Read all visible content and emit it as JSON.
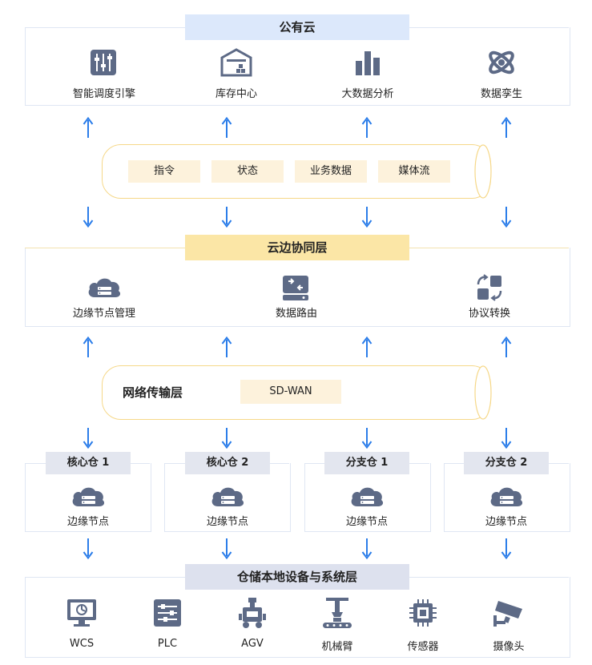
{
  "public_cloud": {
    "title": "公有云",
    "items": [
      "智能调度引擎",
      "库存中心",
      "大数据分析",
      "数据孪生"
    ]
  },
  "pipe1": {
    "items": [
      "指令",
      "状态",
      "业务数据",
      "媒体流"
    ]
  },
  "cloud_edge": {
    "title": "云边协同层",
    "items": [
      "边缘节点管理",
      "数据路由",
      "协议转换"
    ]
  },
  "pipe2": {
    "title": "网络传输层",
    "tag": "SD-WAN"
  },
  "warehouses": [
    {
      "name": "核心仓 1",
      "node": "边缘节点"
    },
    {
      "name": "核心仓 2",
      "node": "边缘节点"
    },
    {
      "name": "分支仓 1",
      "node": "边缘节点"
    },
    {
      "name": "分支仓 2",
      "node": "边缘节点"
    }
  ],
  "local": {
    "title": "仓储本地设备与系统层",
    "items": [
      "WCS",
      "PLC",
      "AGV",
      "机械臂",
      "传感器",
      "摄像头"
    ]
  },
  "colors": {
    "blue_title": "#dce8fb",
    "yellow_title": "#fbe6a6",
    "gray_title": "#dde1ee",
    "icon": "#5d6a86",
    "arrow": "#2b7de9",
    "pipe": "#f6d889"
  }
}
